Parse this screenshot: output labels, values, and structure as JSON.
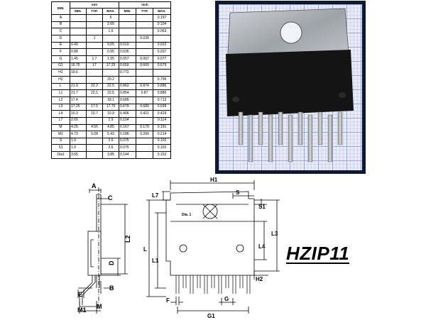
{
  "table": {
    "headers": {
      "dim": "DIM.",
      "mm": "mm",
      "inch": "inch",
      "sub": [
        "MIN.",
        "TYP.",
        "MAX.",
        "MIN.",
        "TYP.",
        "MAX."
      ]
    },
    "rows": [
      [
        "A",
        "",
        "",
        "5",
        "",
        "",
        "0.197"
      ],
      [
        "B",
        "",
        "",
        "2.65",
        "",
        "",
        "0.104"
      ],
      [
        "C",
        "",
        "",
        "1.6",
        "",
        "",
        "0.063"
      ],
      [
        "D",
        "",
        "1",
        "",
        "",
        "0.039",
        ""
      ],
      [
        "E",
        "0.49",
        "",
        "0.55",
        "0.019",
        "",
        "0.022"
      ],
      [
        "F",
        "0.88",
        "",
        "0.95",
        "0.035",
        "",
        "0.037"
      ],
      [
        "G",
        "1.45",
        "1.7",
        "1.95",
        "0.057",
        "0.067",
        "0.077"
      ],
      [
        "G1",
        "16.75",
        "17",
        "17.25",
        "0.659",
        "0.669",
        "0.679"
      ],
      [
        "H1",
        "19.6",
        "",
        "",
        "0.772",
        "",
        ""
      ],
      [
        "H2",
        "",
        "",
        "20.2",
        "",
        "",
        "0.795"
      ],
      [
        "L",
        "21.9",
        "22.2",
        "22.5",
        "0.862",
        "0.874",
        "0.886"
      ],
      [
        "L1",
        "21.7",
        "22.1",
        "22.5",
        "0.854",
        "0.87",
        "0.886"
      ],
      [
        "L2",
        "17.4",
        "",
        "18.1",
        "0.685",
        "",
        "0.713"
      ],
      [
        "L3",
        "17.25",
        "17.5",
        "17.75",
        "0.679",
        "0.689",
        "0.699"
      ],
      [
        "L4",
        "10.3",
        "10.7",
        "10.9",
        "0.406",
        "0.421",
        "0.429"
      ],
      [
        "L7",
        "2.65",
        "",
        "2.9",
        "0.104",
        "",
        "0.114"
      ],
      [
        "M",
        "4.25",
        "4.55",
        "4.85",
        "0.167",
        "0.179",
        "0.191"
      ],
      [
        "M1",
        "4.73",
        "5.08",
        "5.43",
        "0.186",
        "0.200",
        "0.214"
      ],
      [
        "S",
        "1.9",
        "",
        "2.6",
        "0.075",
        "",
        "0.102"
      ],
      [
        "S1",
        "1.9",
        "",
        "2.6",
        "0.075",
        "",
        "0.102"
      ],
      [
        "Dia1",
        "3.65",
        "",
        "3.85",
        "0.144",
        "",
        "0.152"
      ]
    ]
  },
  "side_labels": {
    "A": "A",
    "C": "C",
    "L2": "L2",
    "D": "D",
    "B": "B",
    "E": "E",
    "M": "M",
    "M1": "M1"
  },
  "front_labels": {
    "H1": "H1",
    "S": "S",
    "L7": "L7",
    "S1": "S1",
    "dia1": "Dia. 1",
    "L": "L",
    "L1": "L1",
    "L3": "L3",
    "L4": "L4",
    "H2": "H2",
    "F": "F",
    "G": "G",
    "G1": "G1"
  },
  "package_name": "HZIP11",
  "colors": {
    "grid_major": "#9aa8d6",
    "grid_minor": "#d1d7ee",
    "photo_frame": "#0e1830"
  }
}
